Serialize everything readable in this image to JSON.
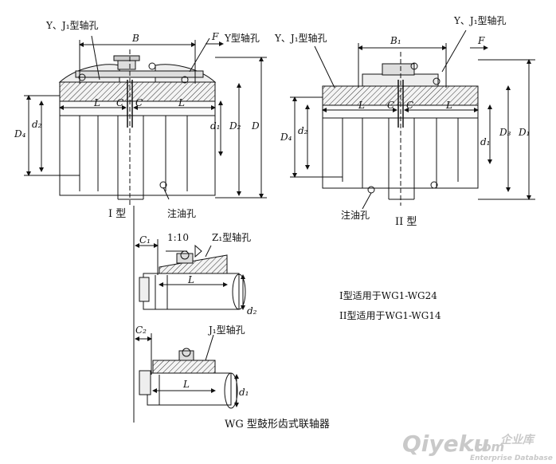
{
  "labels": {
    "yj1_left": "Y、J₁型轴孔",
    "b": "B",
    "f_left": "F",
    "y_shaft": "Y型轴孔",
    "yj1_right": "Y、J₁型轴孔",
    "b1": "B₁",
    "f_right": "F",
    "d4_left": "D₄",
    "d2_left": "d₂",
    "l_left_a": "L",
    "c_left_a": "C",
    "c_left_b": "C",
    "l_left_b": "L",
    "d1_left": "d₁",
    "d2cap_left": "D₂",
    "dcap": "D",
    "d4_right": "D₄",
    "d2_right": "d₂",
    "l_right_a": "L",
    "c_right_a": "C",
    "c_right_b": "C",
    "l_right_b": "L",
    "d1_right": "d₁",
    "d3": "D₃",
    "d1cap": "D₁",
    "type1": "I 型",
    "oil_left": "注油孔",
    "oil_right": "注油孔",
    "type2": "II 型",
    "c1": "C₁",
    "ratio": "1:10",
    "z1_shaft": "Z₁型轴孔",
    "l_mid": "L",
    "d2_mid": "d₂",
    "c2": "C₂",
    "j1_shaft": "J₁型轴孔",
    "l_bot": "L",
    "d1_bot": "d₁"
  },
  "notes": {
    "line1": "I型适用于WG1-WG24",
    "line2": "II型适用于WG1-WG14"
  },
  "caption": "WG 型鼓形齿式联轴器",
  "watermark": {
    "brand": "Qiyeku",
    "domain": ".com",
    "cn": "企业库",
    "sub": "Enterprise Database"
  }
}
